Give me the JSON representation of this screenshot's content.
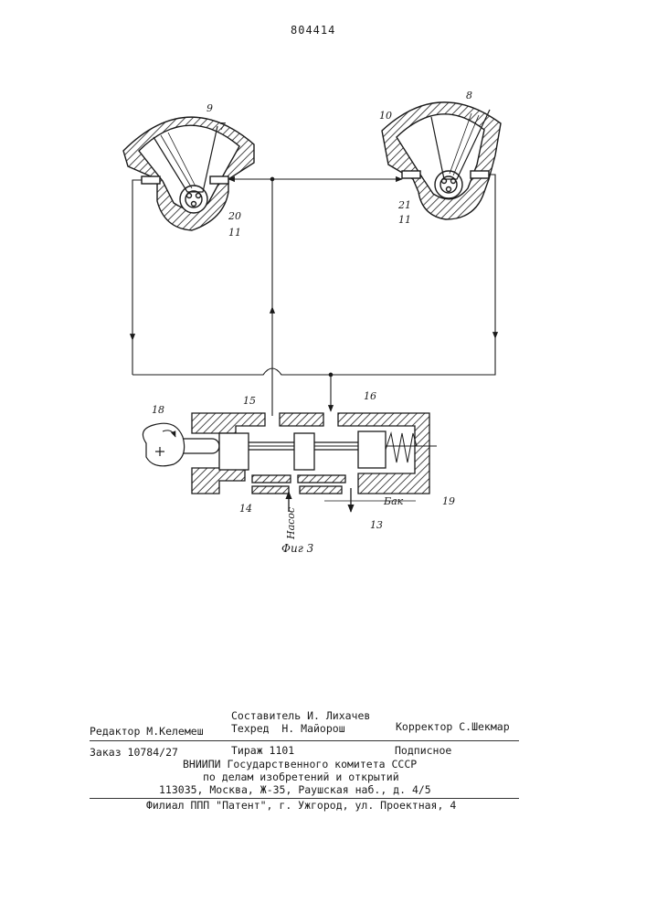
{
  "patent_number": "804414",
  "figure": {
    "caption": "Фиг 3",
    "labels": {
      "n7": "7",
      "n8": "8",
      "n9": "9",
      "n10": "10",
      "n11a": "11",
      "n11b": "11",
      "n13": "13",
      "n14": "14",
      "n15": "15",
      "n16": "16",
      "n18": "18",
      "n19": "19",
      "n20": "20",
      "n21": "21",
      "pump": "Насос",
      "tank": "Бак"
    }
  },
  "imprint": {
    "compiler": "Составитель И. Лихачев",
    "editor": "Редактор М.Келемеш",
    "techred": "Техред  Н. Майорош",
    "corrector": "Корректор С.Шекмар",
    "order": "Заказ 10784/27",
    "circulation": "Тираж 1101",
    "subscription": "Подписное",
    "org1": "ВНИИПИ Государственного комитета СССР",
    "org2": "по делам изобретений и открытий",
    "address": "113035, Москва, Ж-35, Раушская наб., д. 4/5",
    "branch": "Филиал ППП \"Патент\", г. Ужгород, ул. Проектная, 4"
  }
}
